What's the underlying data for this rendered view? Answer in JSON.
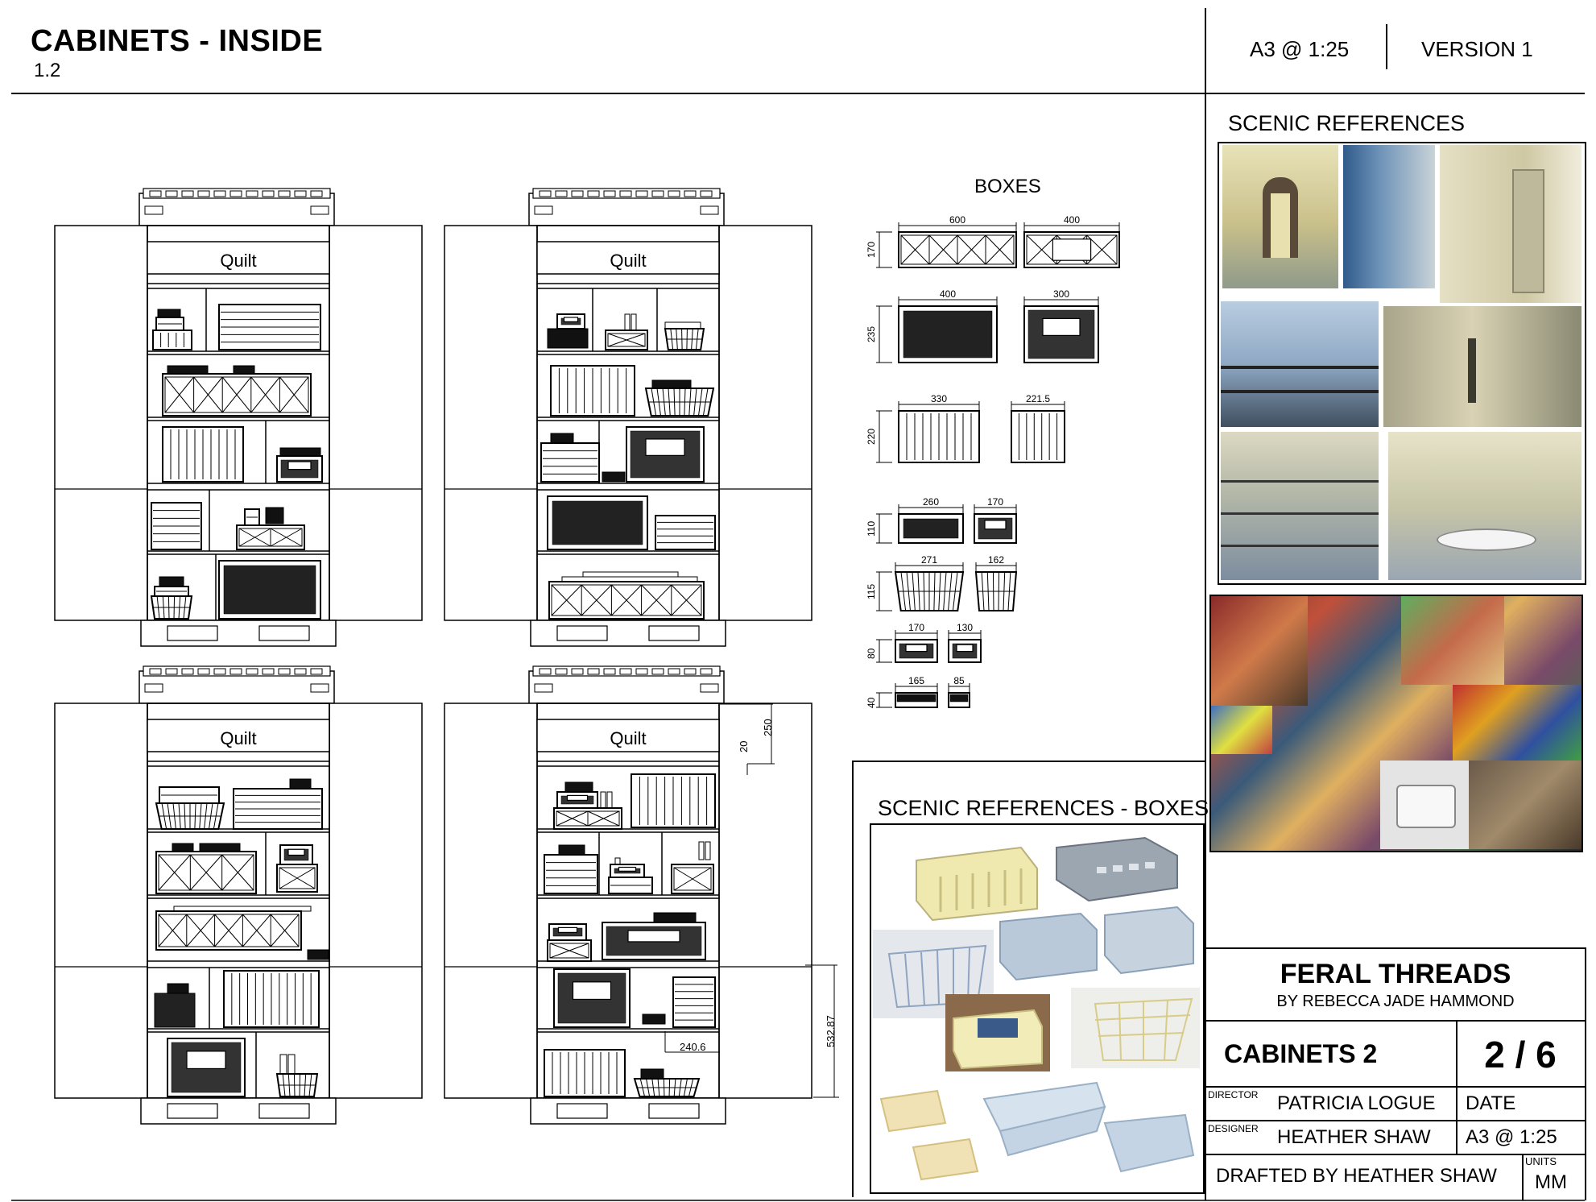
{
  "header": {
    "title": "CABINETS - INSIDE",
    "subtitle": "1.2",
    "scale": "A3 @ 1:25",
    "version": "VERSION 1"
  },
  "cabinets": {
    "quilt_label": "Quilt",
    "dims": [
      "250",
      "20",
      "532.87",
      "240.6"
    ]
  },
  "boxes": {
    "title": "BOXES",
    "rows": [
      {
        "height": "170",
        "widths": [
          "600",
          "400"
        ]
      },
      {
        "height": "235",
        "widths": [
          "400",
          "300"
        ]
      },
      {
        "height": "220",
        "widths": [
          "330",
          "221.5"
        ]
      },
      {
        "height": "110",
        "widths": [
          "260",
          "170"
        ]
      },
      {
        "height": "115",
        "widths": [
          "271",
          "162"
        ]
      },
      {
        "height": "80",
        "widths": [
          "170",
          "130"
        ]
      },
      {
        "height": "40",
        "widths": [
          "165",
          "85"
        ]
      }
    ]
  },
  "scenic_references": {
    "title": "SCENIC REFERENCES",
    "boxes_title": "SCENIC REFERENCES - BOXES"
  },
  "title_block": {
    "production": "FERAL THREADS",
    "author": "BY REBECCA JADE HAMMOND",
    "drawing": "CABINETS 2",
    "sheet": "2 / 6",
    "director_label": "DIRECTOR",
    "director": "PATRICIA LOGUE",
    "date_label": "DATE",
    "designer_label": "DESIGNER",
    "designer": "HEATHER SHAW",
    "scale": "A3 @ 1:25",
    "drafted": "DRAFTED BY HEATHER SHAW",
    "units_label": "UNITS",
    "units": "MM"
  },
  "colors": {
    "line": "#000000",
    "corridor_wall": "#d8cfa0",
    "prison_blue": "#7f9fbf",
    "fabric_red": "#c0503a",
    "crate_yellow": "#efe9b0",
    "crate_blue": "#b9c9d9"
  }
}
